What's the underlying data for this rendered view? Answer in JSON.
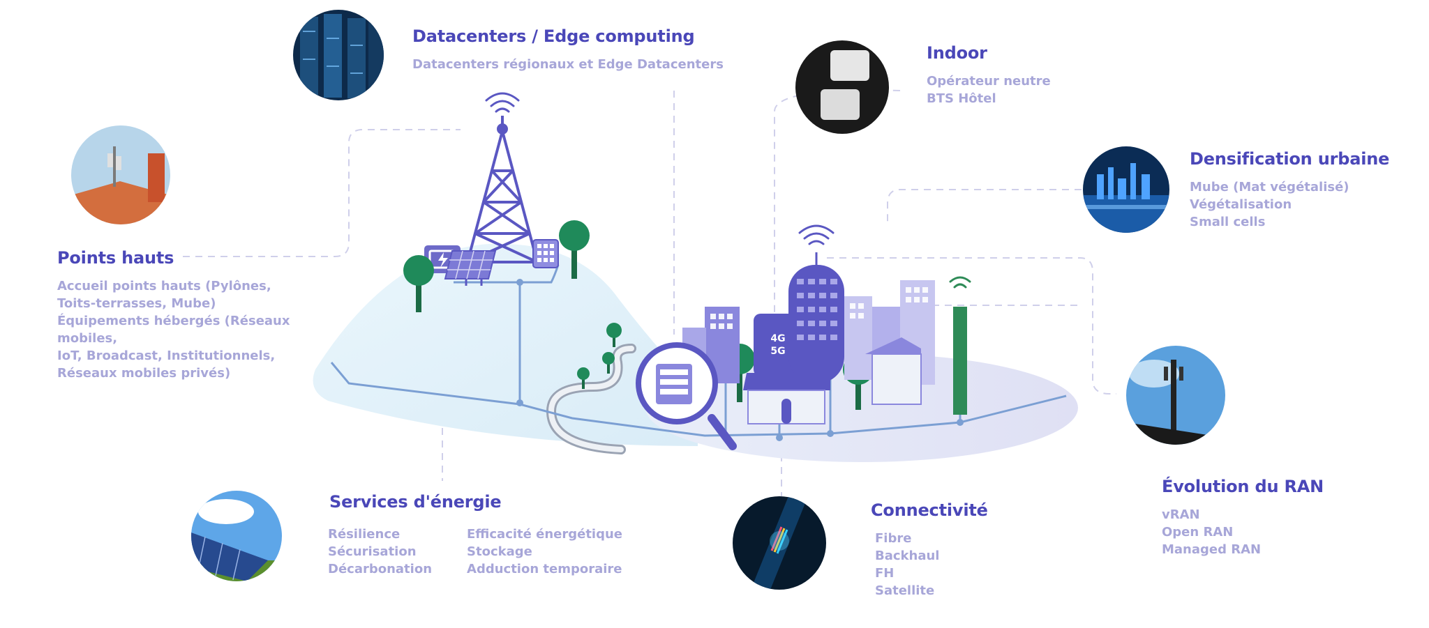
{
  "colors": {
    "title": "#4a47b8",
    "text": "#a7a6d8",
    "accent": "#5a57c2",
    "dashed": "#c9c8e8",
    "network": "#7b9fd3",
    "ground_left": "#e6f3fb",
    "ground_right": "#e4e5f6",
    "tree": "#1f8a5a"
  },
  "sections": {
    "datacenters": {
      "title": "Datacenters / Edge computing",
      "items": [
        "Datacenters régionaux et Edge Datacenters"
      ],
      "icon": "server-room-photo"
    },
    "indoor": {
      "title": "Indoor",
      "items": [
        "Opérateur neutre",
        "BTS Hôtel"
      ],
      "icon": "indoor-antenna-photo"
    },
    "densification": {
      "title": "Densification urbaine",
      "items": [
        "Mube (Mat végétalisé)",
        "Végétalisation",
        "Small cells"
      ],
      "icon": "night-city-photo"
    },
    "points_hauts": {
      "title": "Points hauts",
      "items": [
        "Accueil points hauts (Pylônes,",
        "Toits-terrasses, Mube)",
        "Équipements hébergés (Réseaux",
        "mobiles,",
        "IoT, Broadcast, Institutionnels,",
        "Réseaux mobiles privés)"
      ],
      "icon": "rooftop-antenna-photo"
    },
    "energie": {
      "title": "Services d'énergie",
      "items_left": [
        "Résilience",
        "Sécurisation",
        "Décarbonation"
      ],
      "items_right": [
        "Efficacité énergétique",
        "Stockage",
        "Adduction temporaire"
      ],
      "icon": "solar-panels-photo"
    },
    "connectivite": {
      "title": "Connectivité",
      "items": [
        "Fibre",
        "Backhaul",
        "FH",
        "Satellite"
      ],
      "icon": "fiber-optic-photo"
    },
    "ran": {
      "title": "Évolution du RAN",
      "items": [
        "vRAN",
        "Open RAN",
        "Managed RAN"
      ],
      "icon": "cell-tower-photo"
    }
  },
  "illustration": {
    "network_badge": [
      "4G",
      "5G"
    ]
  }
}
